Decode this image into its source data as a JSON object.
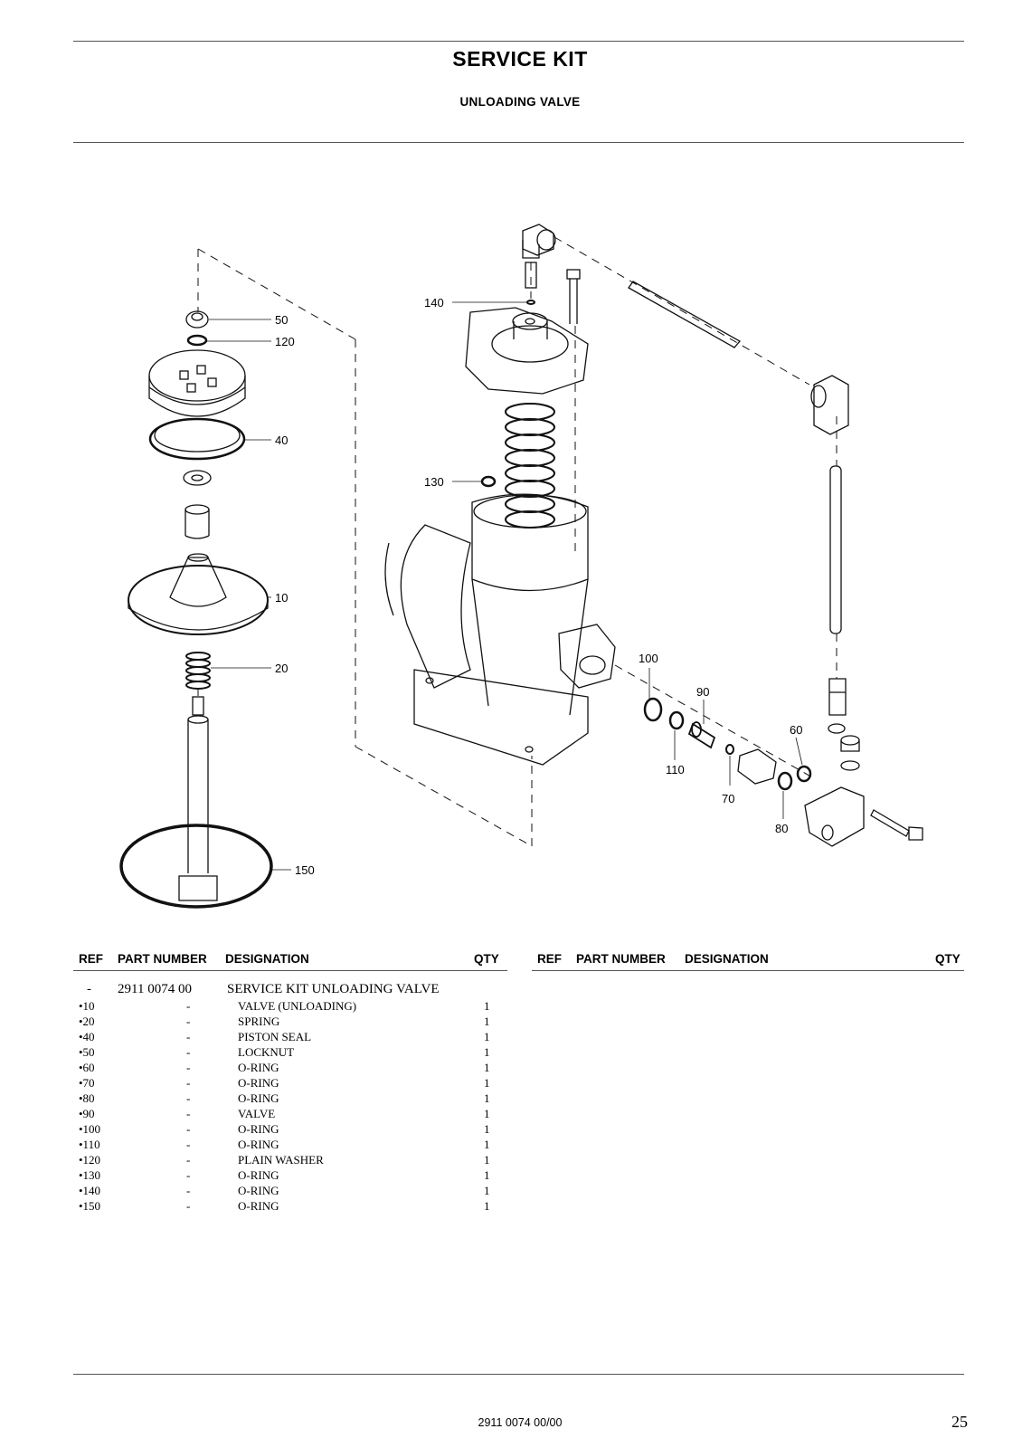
{
  "header": {
    "title": "SERVICE KIT",
    "subtitle": "UNLOADING VALVE"
  },
  "diagram": {
    "callouts": [
      "50",
      "120",
      "40",
      "10",
      "20",
      "150",
      "140",
      "130",
      "100",
      "90",
      "110",
      "70",
      "60",
      "80"
    ]
  },
  "parts_table": {
    "left_headers": {
      "ref": "REF",
      "part_number": "PART NUMBER",
      "designation": "DESIGNATION",
      "qty": "QTY"
    },
    "right_headers": {
      "ref": "REF",
      "part_number": "PART NUMBER",
      "designation": "DESIGNATION",
      "qty": "QTY"
    },
    "kit_row": {
      "ref": "-",
      "part_number": "2911 0074 00",
      "designation": "SERVICE KIT UNLOADING VALVE"
    },
    "rows": [
      {
        "ref": "•10",
        "part_number": "-",
        "designation": "VALVE (UNLOADING)",
        "qty": "1"
      },
      {
        "ref": "•20",
        "part_number": "-",
        "designation": "SPRING",
        "qty": "1"
      },
      {
        "ref": "•40",
        "part_number": "-",
        "designation": "PISTON SEAL",
        "qty": "1"
      },
      {
        "ref": "•50",
        "part_number": "-",
        "designation": "LOCKNUT",
        "qty": "1"
      },
      {
        "ref": "•60",
        "part_number": "-",
        "designation": "O-RING",
        "qty": "1"
      },
      {
        "ref": "•70",
        "part_number": "-",
        "designation": "O-RING",
        "qty": "1"
      },
      {
        "ref": "•80",
        "part_number": "-",
        "designation": "O-RING",
        "qty": "1"
      },
      {
        "ref": "•90",
        "part_number": "-",
        "designation": "VALVE",
        "qty": "1"
      },
      {
        "ref": "•100",
        "part_number": "-",
        "designation": "O-RING",
        "qty": "1"
      },
      {
        "ref": "•110",
        "part_number": "-",
        "designation": "O-RING",
        "qty": "1"
      },
      {
        "ref": "•120",
        "part_number": "-",
        "designation": "PLAIN WASHER",
        "qty": "1"
      },
      {
        "ref": "•130",
        "part_number": "-",
        "designation": "O-RING",
        "qty": "1"
      },
      {
        "ref": "•140",
        "part_number": "-",
        "designation": "O-RING",
        "qty": "1"
      },
      {
        "ref": "•150",
        "part_number": "-",
        "designation": "O-RING",
        "qty": "1"
      }
    ]
  },
  "footer": {
    "document_code": "2911 0074 00/00",
    "page_number": "25"
  }
}
